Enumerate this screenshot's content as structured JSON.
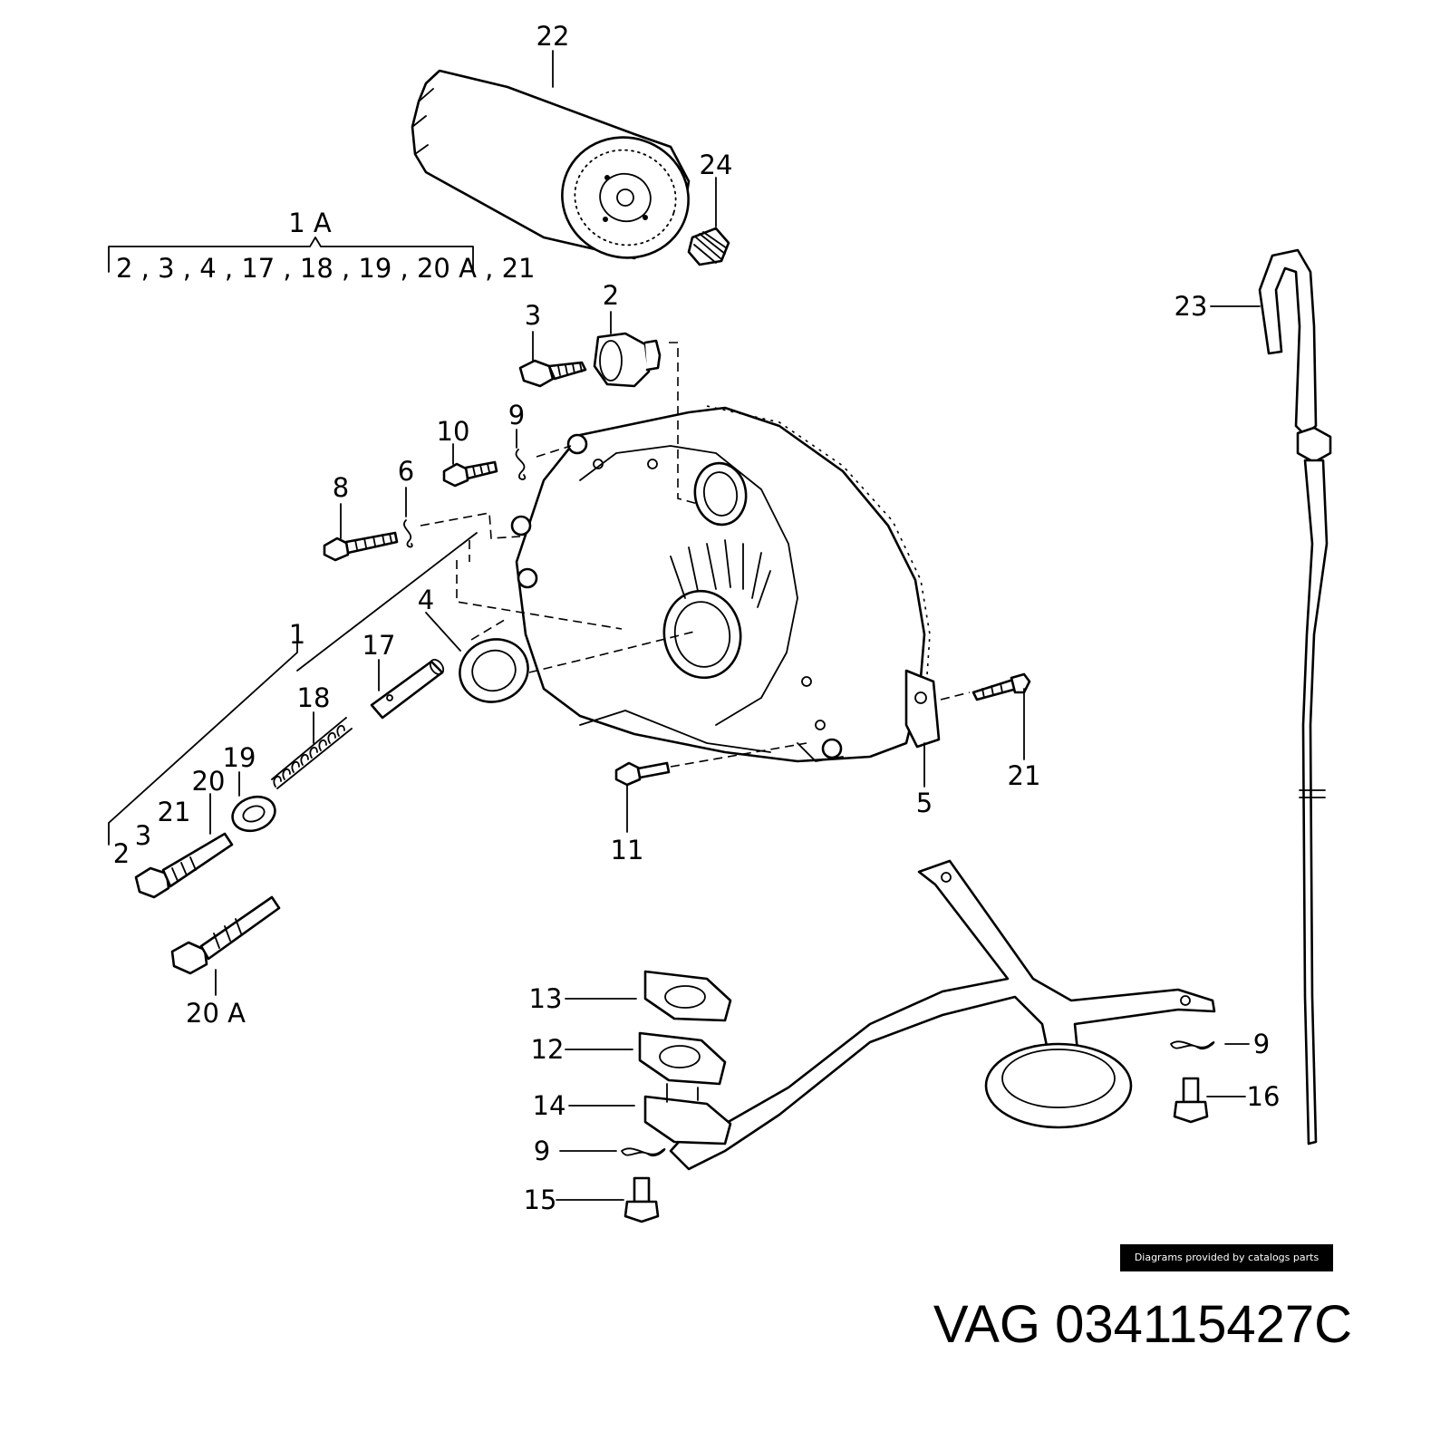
{
  "diagram": {
    "labels": [
      {
        "id": "22",
        "text": "22"
      },
      {
        "id": "24",
        "text": "24"
      },
      {
        "id": "1A",
        "text": "1 A"
      },
      {
        "id": "group",
        "text": "2 , 3 , 4 , 17 , 18 , 19 , 20 A , 21"
      },
      {
        "id": "3a",
        "text": "3"
      },
      {
        "id": "2a",
        "text": "2"
      },
      {
        "id": "23",
        "text": "23"
      },
      {
        "id": "10",
        "text": "10"
      },
      {
        "id": "9a",
        "text": "9"
      },
      {
        "id": "8",
        "text": "8"
      },
      {
        "id": "6",
        "text": "6"
      },
      {
        "id": "4",
        "text": "4"
      },
      {
        "id": "1",
        "text": "1"
      },
      {
        "id": "17",
        "text": "17"
      },
      {
        "id": "18",
        "text": "18"
      },
      {
        "id": "19",
        "text": "19"
      },
      {
        "id": "20",
        "text": "20"
      },
      {
        "id": "21a",
        "text": "21"
      },
      {
        "id": "3b",
        "text": "3"
      },
      {
        "id": "2b",
        "text": "2"
      },
      {
        "id": "21b",
        "text": "21"
      },
      {
        "id": "5",
        "text": "5"
      },
      {
        "id": "11",
        "text": "11"
      },
      {
        "id": "20A",
        "text": "20 A"
      },
      {
        "id": "13",
        "text": "13"
      },
      {
        "id": "12",
        "text": "12"
      },
      {
        "id": "14",
        "text": "14"
      },
      {
        "id": "9b",
        "text": "9"
      },
      {
        "id": "15",
        "text": "15"
      },
      {
        "id": "9c",
        "text": "9"
      },
      {
        "id": "16",
        "text": "16"
      }
    ]
  },
  "credit": "Diagrams provided by catalogs parts",
  "title": "VAG 034115427C"
}
